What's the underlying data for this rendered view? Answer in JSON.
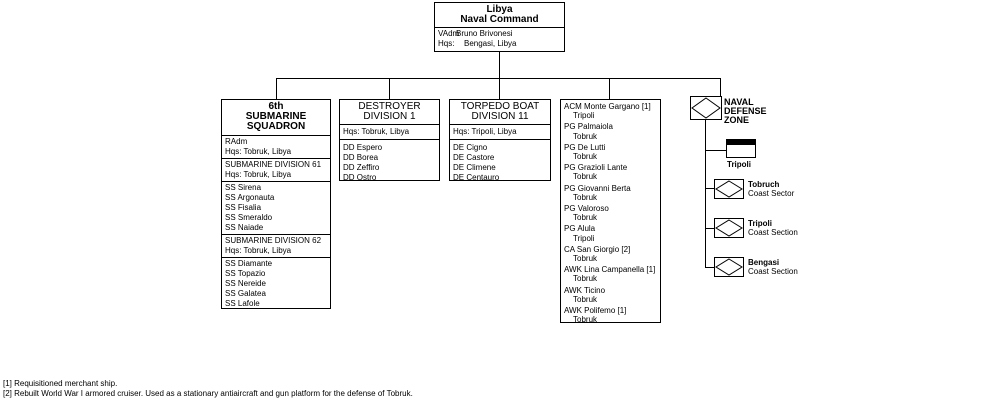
{
  "root": {
    "title_line1": "Libya",
    "title_line2": "Naval Command",
    "rows": [
      {
        "prefix": "VAdm",
        "text": "Bruno Brivonesi"
      },
      {
        "prefix": "Hqs:",
        "text": "Bengasi, Libya"
      }
    ]
  },
  "submarine": {
    "title_line1": "6th",
    "title_line2": "SUBMARINE",
    "title_line3": "SQUADRON",
    "cmd_line1": "RAdm",
    "cmd_line2": "Hqs:  Tobruk, Libya",
    "div61_title": "SUBMARINE DIVISION 61",
    "div61_hqs": "Hqs:  Tobruk, Libya",
    "div61_boats": [
      "SS  Sirena",
      "SS  Argonauta",
      "SS  Fisalia",
      "SS  Smeraldo",
      "SS  Naiade"
    ],
    "div62_title": "SUBMARINE DIVISION 62",
    "div62_hqs": "Hqs:  Tobruk, Libya",
    "div62_boats": [
      "SS  Diamante",
      "SS  Topazio",
      "SS  Nereide",
      "SS  Galatea",
      "SS  Lafole"
    ]
  },
  "destroyer": {
    "title_line1": "DESTROYER",
    "title_line2": "DIVISION 1",
    "hqs": "Hqs:  Tobruk, Libya",
    "ships": [
      "DD  Espero",
      "DD  Borea",
      "DD  Zeffiro",
      "DD  Ostro"
    ]
  },
  "torpedo": {
    "title_line1": "TORPEDO BOAT",
    "title_line2": "DIVISION 11",
    "hqs": "Hqs:  Tripoli, Libya",
    "ships": [
      "DE  Cigno",
      "DE  Castore",
      "DE  Climene",
      "DE  Centauro"
    ]
  },
  "misc": [
    {
      "name": "ACM  Monte Gargano [1]",
      "loc": "Tripoli"
    },
    {
      "name": "PG  Palmaiola",
      "loc": "Tobruk"
    },
    {
      "name": "PG  De Lutti",
      "loc": "Tobruk"
    },
    {
      "name": "PG  Grazioli Lante",
      "loc": "Tobruk"
    },
    {
      "name": "PG  Giovanni Berta",
      "loc": "Tobruk"
    },
    {
      "name": "PG  Valoroso",
      "loc": "Tobruk"
    },
    {
      "name": "PG  Alula",
      "loc": "Tripoli"
    },
    {
      "name": "CA  San Giorgio [2]",
      "loc": "Tobruk"
    },
    {
      "name": "AWK  Lina Campanella [1]",
      "loc": "Tobruk"
    },
    {
      "name": "AWK  Ticino",
      "loc": "Tobruk"
    },
    {
      "name": "AWK  Polifemo [1]",
      "loc": "Tobruk"
    }
  ],
  "ndz": {
    "label_line1": "NAVAL",
    "label_line2": "DEFENSE",
    "label_line3": "ZONE",
    "tripoli": "Tripoli",
    "sectors": [
      {
        "line1": "Tobruch",
        "line2": "Coast Sector"
      },
      {
        "line1": "Tripoli",
        "line2": "Coast Section"
      },
      {
        "line1": "Bengasi",
        "line2": "Coast Section"
      }
    ]
  },
  "footnotes": [
    "[1] Requisitioned merchant ship.",
    "[2] Rebuilt World War I armored cruiser. Used as a stationary antiaircraft and gun platform for the defense of Tobruk."
  ],
  "colors": {
    "line": "#000000",
    "background": "#ffffff"
  }
}
